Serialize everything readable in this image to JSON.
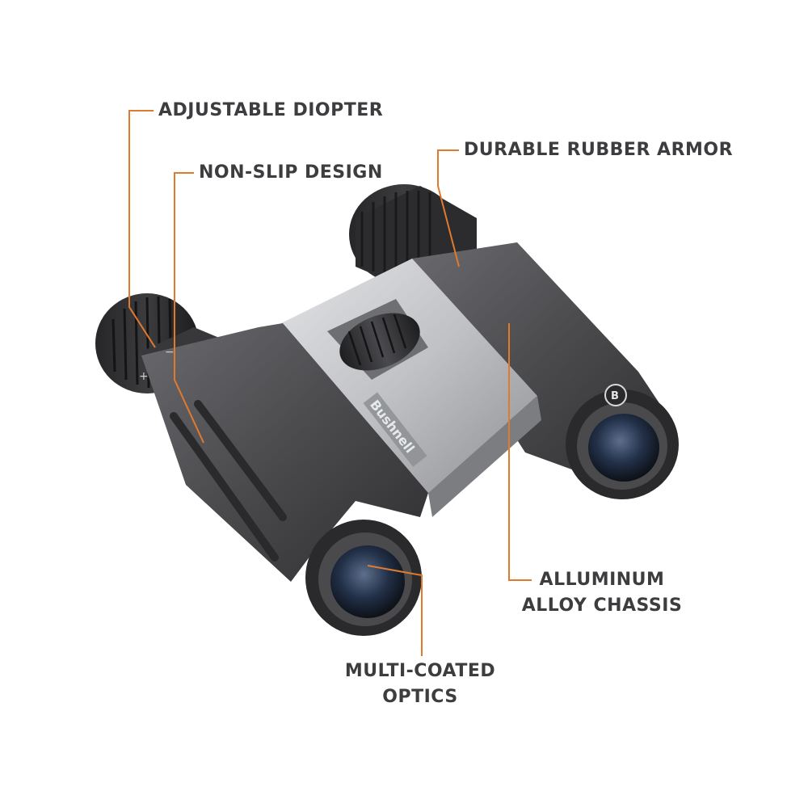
{
  "colors": {
    "text": "#3d3d3f",
    "leader": "#e07a2e",
    "body_dark": "#3a3a3c",
    "body_mid": "#555558",
    "chassis": "#bfc1c4"
  },
  "brand": {
    "logo_text": "Bushnell",
    "badge_letter": "B"
  },
  "diopter_marks": {
    "plus": "+",
    "minus": "−"
  },
  "callouts": {
    "adjustable_diopter": "ADJUSTABLE DIOPTER",
    "non_slip_design": "NON-SLIP DESIGN",
    "durable_rubber_armor": "DURABLE RUBBER ARMOR",
    "alluminum_line1": "ALLUMINUM",
    "alluminum_line2": "ALLOY CHASSIS",
    "optics_line1": "MULTI-COATED",
    "optics_line2": "OPTICS"
  },
  "icons": [
    "binoculars-illustration"
  ]
}
